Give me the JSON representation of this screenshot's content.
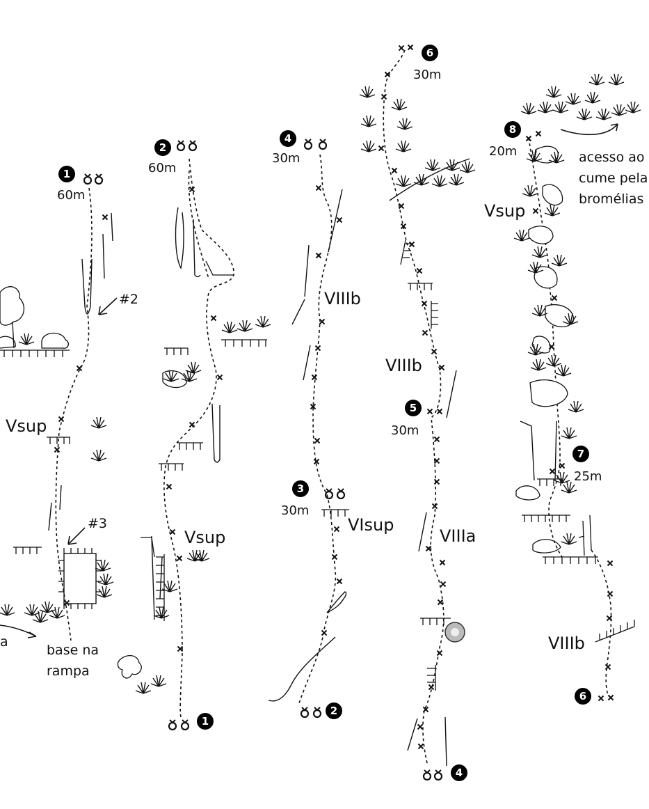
{
  "grades": {
    "p1": "Vsup",
    "p2": "Vsup",
    "p3_lower": "VIsup",
    "p3_upper": "VIIIb",
    "p4_upper": "VIIIb",
    "p4_lower": "VIIIa",
    "p6": "VIIIb",
    "p8": "Vsup"
  },
  "anchors": {
    "a1": {
      "num": "1",
      "len": "60m"
    },
    "a2": {
      "num": "2",
      "len": "60m"
    },
    "a3": {
      "num": "3",
      "len": "30m"
    },
    "a4": {
      "num": "4",
      "len": "30m"
    },
    "a5": {
      "num": "5",
      "len": "30m"
    },
    "a6": {
      "num": "6",
      "len": "30m"
    },
    "a7": {
      "num": "7",
      "len": "25m"
    },
    "a8": {
      "num": "8",
      "len": "20m"
    }
  },
  "bottom_markers": {
    "b1": "1",
    "b2": "2",
    "b4": "4",
    "b6": "6"
  },
  "annotations": {
    "cam2": "#2",
    "cam3": "#3",
    "base1": "base na",
    "base2": "rampa",
    "left_arrow_text": "a",
    "summit1": "acesso ao",
    "summit2": "cume pela",
    "summit3": "bromélias"
  }
}
